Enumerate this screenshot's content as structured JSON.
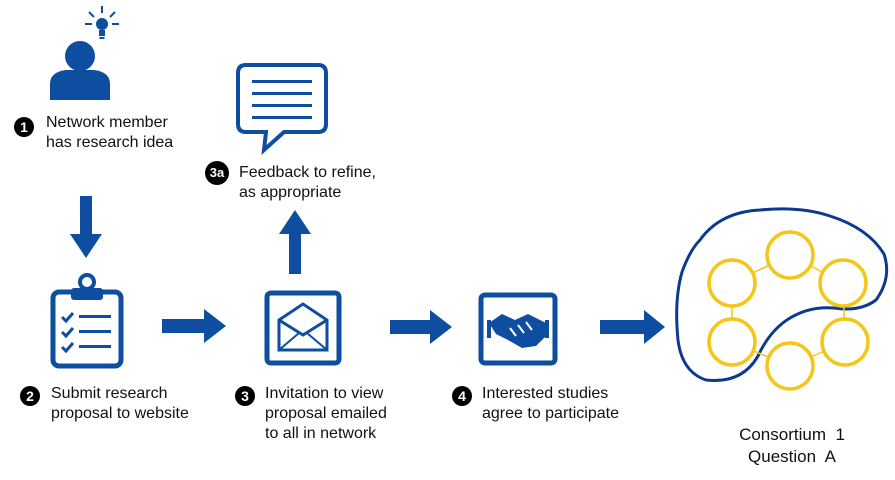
{
  "steps": {
    "step1": {
      "badge": "1",
      "line1": "Network member",
      "line2": "has research idea"
    },
    "step2": {
      "badge": "2",
      "line1": "Submit research",
      "line2": "proposal to website"
    },
    "step3": {
      "badge": "3",
      "line1": "Invitation to view",
      "line2": "proposal emailed",
      "line3": "to all in network"
    },
    "step3a": {
      "badge": "3a",
      "line1": "Feedback to refine,",
      "line2": "as appropriate"
    },
    "step4": {
      "badge": "4",
      "line1": "Interested studies",
      "line2": "agree to participate"
    }
  },
  "consortium": {
    "line1": "Consortium  1",
    "line2": "Question  A"
  },
  "colors": {
    "primary": "#0d4ea1",
    "node": "#f5c518",
    "text": "#111111"
  },
  "icons": [
    "person-idea-icon",
    "clipboard-icon",
    "envelope-icon",
    "speech-bubble-icon",
    "handshake-icon"
  ]
}
